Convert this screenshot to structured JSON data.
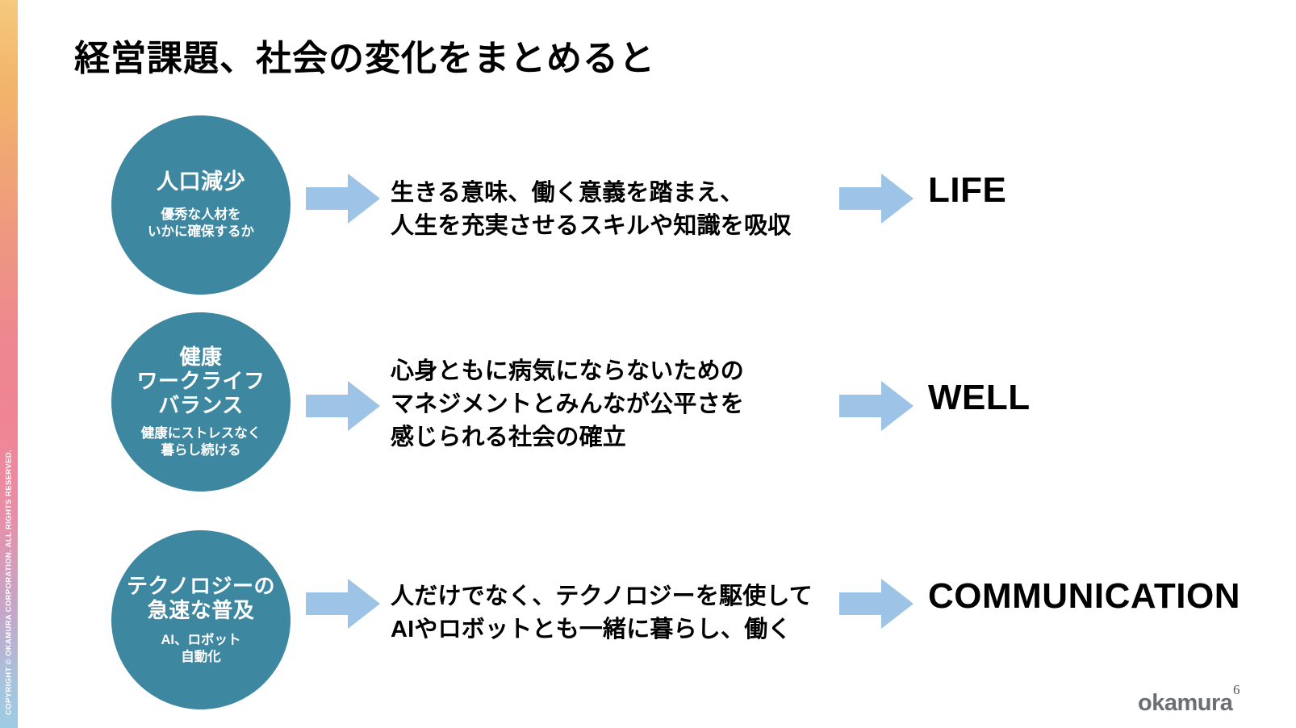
{
  "slide": {
    "title": "経営課題、社会の変化をまとめると",
    "page_number": "6",
    "logo_text": "okamura",
    "copyright": "COPYRIGHT © OKAMURA CORPORATION. ALL RIGHTS RESERVED.",
    "colors": {
      "circle_fill": "#3e87a0",
      "arrow_fill": "#9dc3e6",
      "text": "#000000",
      "logo": "#6d6e71",
      "stripe_top": "#f2b469",
      "stripe_mid": "#ee8790",
      "stripe_bottom": "#9ecbe4"
    }
  },
  "rows": [
    {
      "circle_head": "人口減少",
      "circle_sub": "優秀な人材を\nいかに確保するか",
      "arrow_1": "right-arrow-icon",
      "description": "生きる意味、働く意義を踏まえ、\n人生を充実させるスキルや知識を吸収",
      "arrow_2": "right-arrow-icon",
      "keyword": "LIFE"
    },
    {
      "circle_head": "健康\nワークライフ\nバランス",
      "circle_sub": "健康にストレスなく\n暮らし続ける",
      "arrow_1": "right-arrow-icon",
      "description": "心身ともに病気にならないための\nマネジメントとみんなが公平さを\n感じられる社会の確立",
      "arrow_2": "right-arrow-icon",
      "keyword": "WELL"
    },
    {
      "circle_head": "テクノロジーの\n急速な普及",
      "circle_sub": "AI、ロボット\n自動化",
      "arrow_1": "right-arrow-icon",
      "description": "人だけでなく、テクノロジーを駆使して\nAIやロボットとも一緒に暮らし、働く",
      "arrow_2": "right-arrow-icon",
      "keyword": "COMMUNICATION"
    }
  ]
}
